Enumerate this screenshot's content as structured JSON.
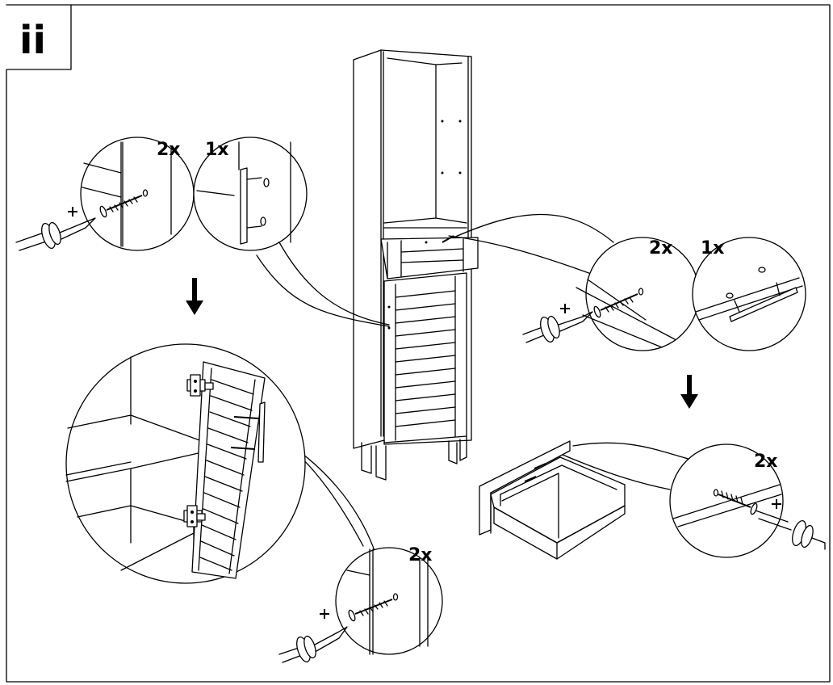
{
  "step": {
    "label": "ii"
  },
  "callouts": {
    "top_left_screws": "2x",
    "top_left_handle": "1x",
    "right_screws": "2x",
    "right_handle": "1x",
    "drawer_screws": "2x",
    "door_handle_screws": "2x"
  },
  "icons": [
    "screwdriver-icon",
    "screw-icon",
    "handle-icon",
    "arrow-down-icon",
    "hinge-icon"
  ]
}
